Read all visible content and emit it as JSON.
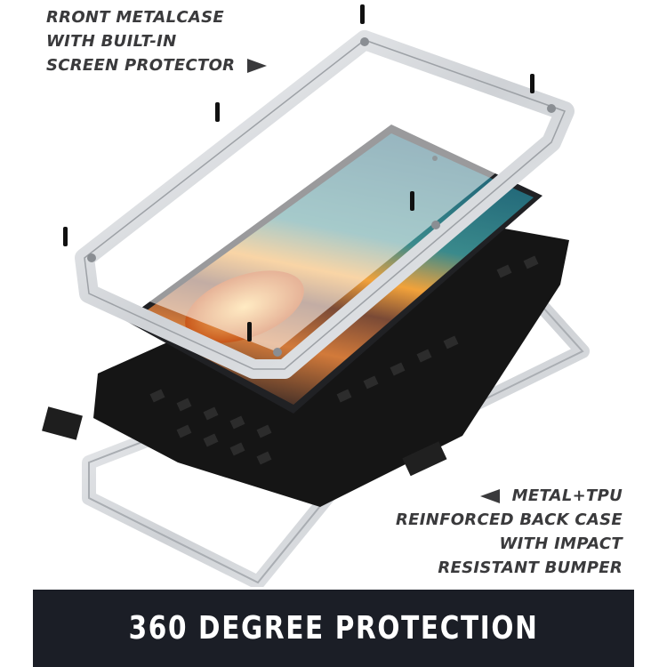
{
  "captions": {
    "top": {
      "lines": [
        "RRONT METALCASE",
        "WITH BUILT-IN",
        "SCREEN PROTECTOR"
      ],
      "arrow": "arrow-right-icon"
    },
    "bottom": {
      "lines": [
        "METAL+TPU",
        "REINFORCED BACK CASE",
        "WITH IMPACT",
        "RESISTANT BUMPER"
      ],
      "arrow": "arrow-left-icon"
    }
  },
  "banner": {
    "text": "360 DEGREE PROTECTION",
    "background": "#1b1e26",
    "color": "#ffffff"
  },
  "colors": {
    "caption_text": "#3a3a3c",
    "metal_frame": "#e4e6e9",
    "case_black": "#161616",
    "screen_sky": "#1f6f82",
    "screen_sunset": "#f08a2a"
  }
}
